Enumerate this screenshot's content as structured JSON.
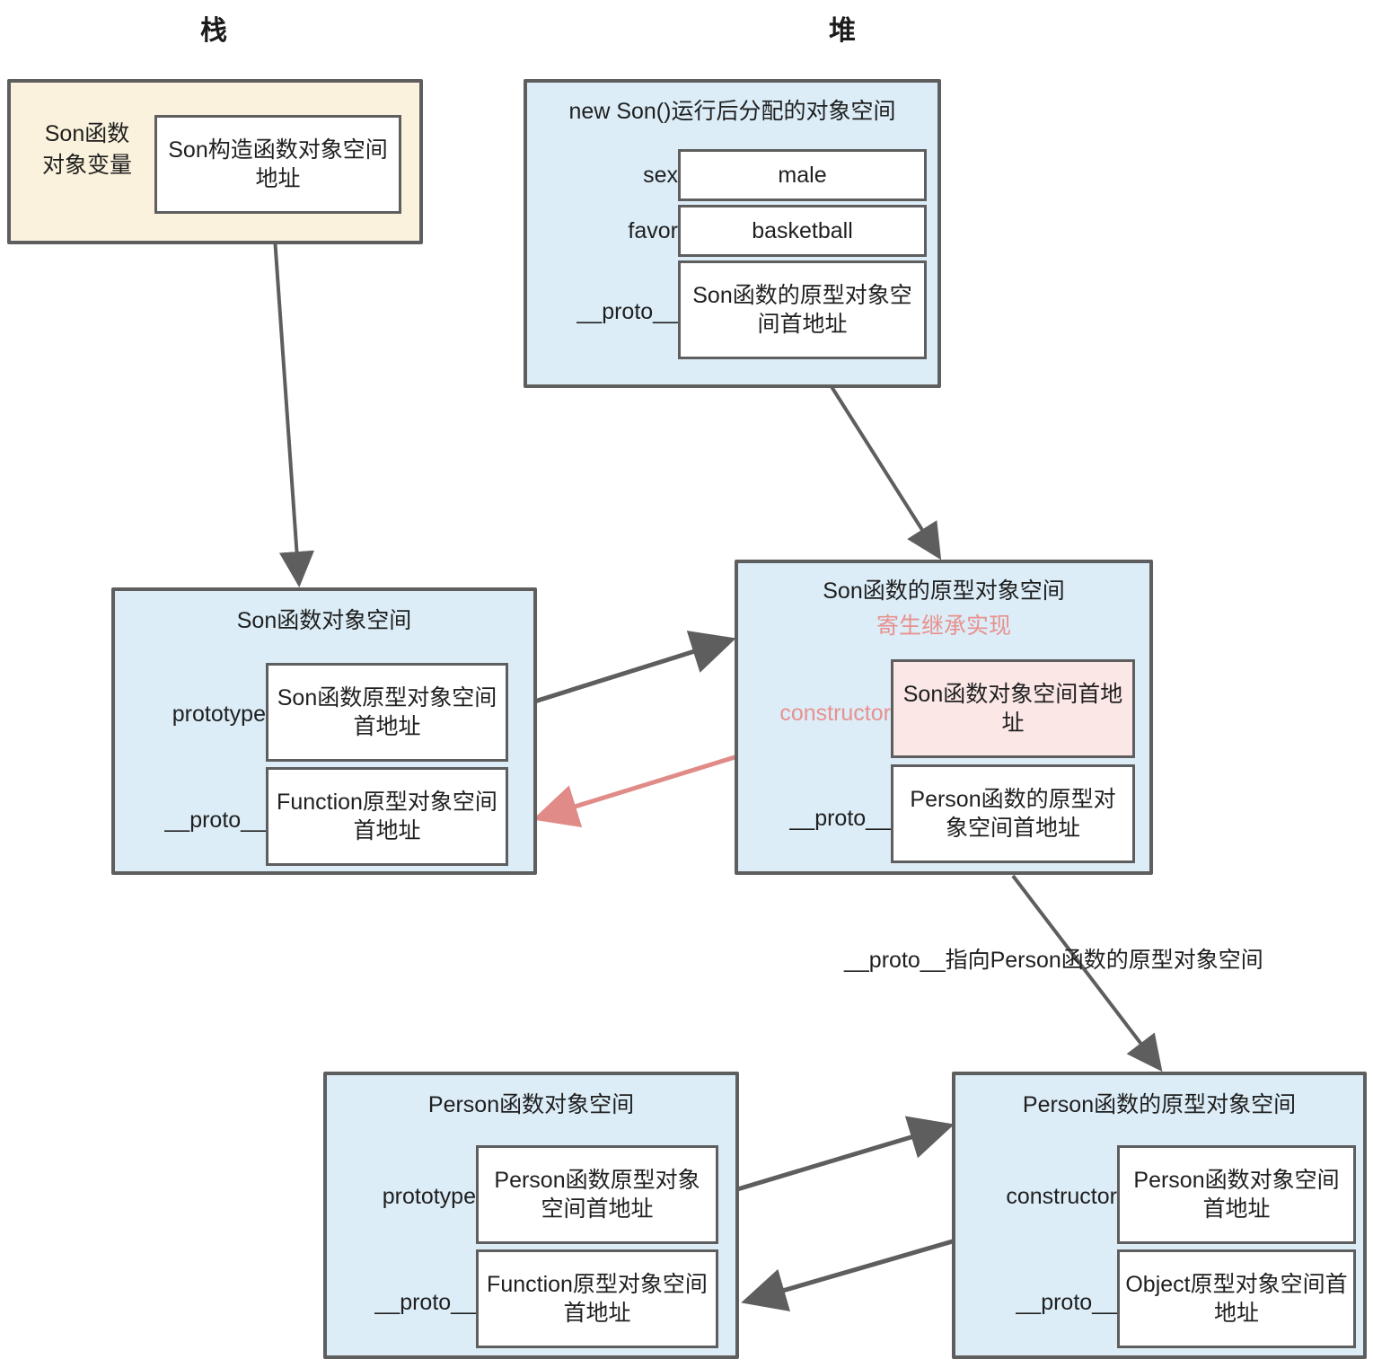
{
  "colors": {
    "stack_fill": "#faf2dc",
    "heap_fill": "#dcedf7",
    "box_stroke": "#5e5e5e",
    "value_fill": "#ffffff",
    "accent_pink_fill": "#fbe7e6",
    "accent_pink_stroke": "#e8918f",
    "text": "#1f1f1f"
  },
  "titles": {
    "stack": "栈",
    "heap": "堆"
  },
  "blocks": {
    "stack_var": {
      "label": "Son函数\n对象变量",
      "label_line1": "Son函数",
      "label_line2": "对象变量",
      "value": "Son构造函数对象空间地址"
    },
    "new_son_instance": {
      "title": "new Son()运行后分配的对象空间",
      "slots": [
        {
          "label": "sex",
          "value": "male"
        },
        {
          "label": "favor",
          "value": "basketball"
        },
        {
          "label": "__proto__",
          "value": "Son函数的原型对象空间首地址"
        }
      ]
    },
    "son_function": {
      "title": "Son函数对象空间",
      "slots": [
        {
          "label": "prototype",
          "value": "Son函数原型对象空间首地址"
        },
        {
          "label": "__proto__",
          "value": "Function原型对象空间首地址"
        }
      ]
    },
    "son_prototype": {
      "title": "Son函数的原型对象空间",
      "subtitle": "寄生继承实现",
      "slots": [
        {
          "label": "constructor",
          "value": "Son函数对象空间首地址",
          "highlight": true
        },
        {
          "label": "__proto__",
          "value": "Person函数的原型对象空间首地址",
          "highlight": false
        }
      ]
    },
    "person_function": {
      "title": "Person函数对象空间",
      "slots": [
        {
          "label": "prototype",
          "value": "Person函数原型对象空间首地址"
        },
        {
          "label": "__proto__",
          "value": "Function原型对象空间首地址"
        }
      ]
    },
    "person_prototype": {
      "title": "Person函数的原型对象空间",
      "slots": [
        {
          "label": "constructor",
          "value": "Person函数对象空间首地址"
        },
        {
          "label": "__proto__",
          "value": "Object原型对象空间首地址"
        }
      ]
    }
  },
  "annotations": {
    "proto_to_person_prototype": "__proto__指向Person函数的原型对象空间"
  }
}
